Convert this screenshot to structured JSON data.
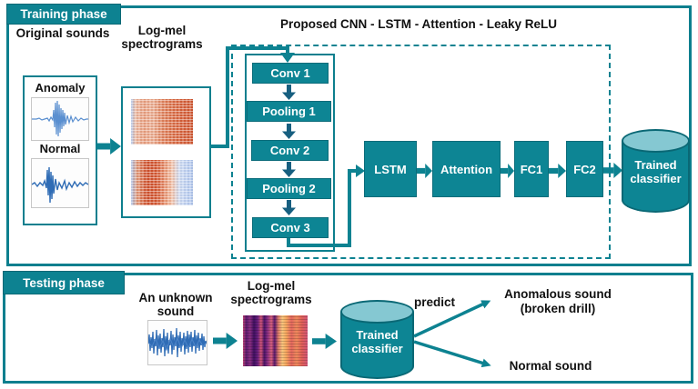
{
  "colors": {
    "teal": "#0d8291",
    "teal_border": "#0d7f8e",
    "teal_dark": "#0a6875",
    "arrow_dark": "#175f80",
    "cylinder_top": "#85c8d2",
    "waveform_blue": "#2f6cb5",
    "text": "#111111"
  },
  "training": {
    "phase_label": "Training phase",
    "original_sounds_heading": "Original sounds",
    "logmel_heading_line1": "Log-mel",
    "logmel_heading_line2": "spectrograms",
    "anomaly_label": "Anomaly",
    "normal_label": "Normal",
    "network_title": "Proposed CNN - LSTM - Attention - Leaky ReLU",
    "cnn_blocks": [
      "Conv 1",
      "Pooling 1",
      "Conv 2",
      "Pooling 2",
      "Conv 3"
    ],
    "lstm_label": "LSTM",
    "attention_label": "Attention",
    "fc1_label": "FC1",
    "fc2_label": "FC2",
    "classifier_line1": "Trained",
    "classifier_line2": "classifier"
  },
  "testing": {
    "phase_label": "Testing phase",
    "unknown_sound_line1": "An unknown",
    "unknown_sound_line2": "sound",
    "logmel_heading_line1": "Log-mel",
    "logmel_heading_line2": "spectrograms",
    "classifier_line1": "Trained",
    "classifier_line2": "classifier",
    "predict_label": "predict",
    "outcome_anomalous_line1": "Anomalous sound",
    "outcome_anomalous_line2": "(broken drill)",
    "outcome_normal": "Normal sound"
  }
}
